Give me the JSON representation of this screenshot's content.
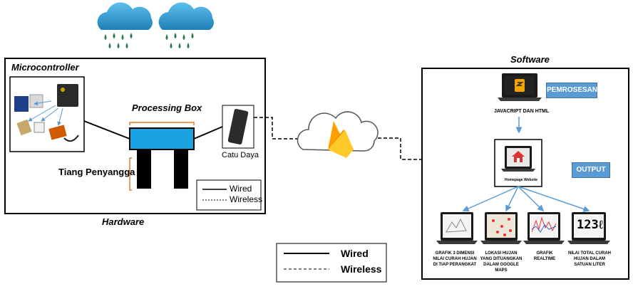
{
  "hardware": {
    "title": "Microcontroller",
    "caption": "Hardware",
    "processing_box": "Processing Box",
    "support_pole": "Tiang Penyangga",
    "power_supply": "Catu Daya",
    "legend": {
      "wired": "Wired",
      "wireless": "Wireless"
    }
  },
  "software": {
    "title": "Software",
    "processing_tag": "PEMROSESAN",
    "output_tag": "OUTPUT",
    "dev_label": "JAVACRIPT DAN HTML",
    "homepage_label": "Homepage Website",
    "outputs": [
      {
        "label": "GRAFIK 3 DIMENSI NILAI CURAH HUJAN DI TIAP PERANGKAT",
        "icon": "3d-graph-icon"
      },
      {
        "label": "LOKASI HUJAN YANG DITUANGKAN DALAM GOOGLE MAPS",
        "icon": "map-icon"
      },
      {
        "label": "GRAFIK REALTIME",
        "icon": "line-graph-icon"
      },
      {
        "label": "NILAI TOTAL CURAH HUJAN DALAM SATUAN LITER",
        "icon": "number-display-icon",
        "screen_text": "123ℓ"
      }
    ]
  },
  "legend_main": {
    "wired": "Wired",
    "wireless": "Wireless"
  },
  "colors": {
    "rain_cloud": "#2a8fc4",
    "processing_box": "#1aa3e0",
    "firebase_orange": "#f5a623",
    "tag_blue": "#5b9bd5",
    "arrow_blue": "#5b9bd5"
  }
}
